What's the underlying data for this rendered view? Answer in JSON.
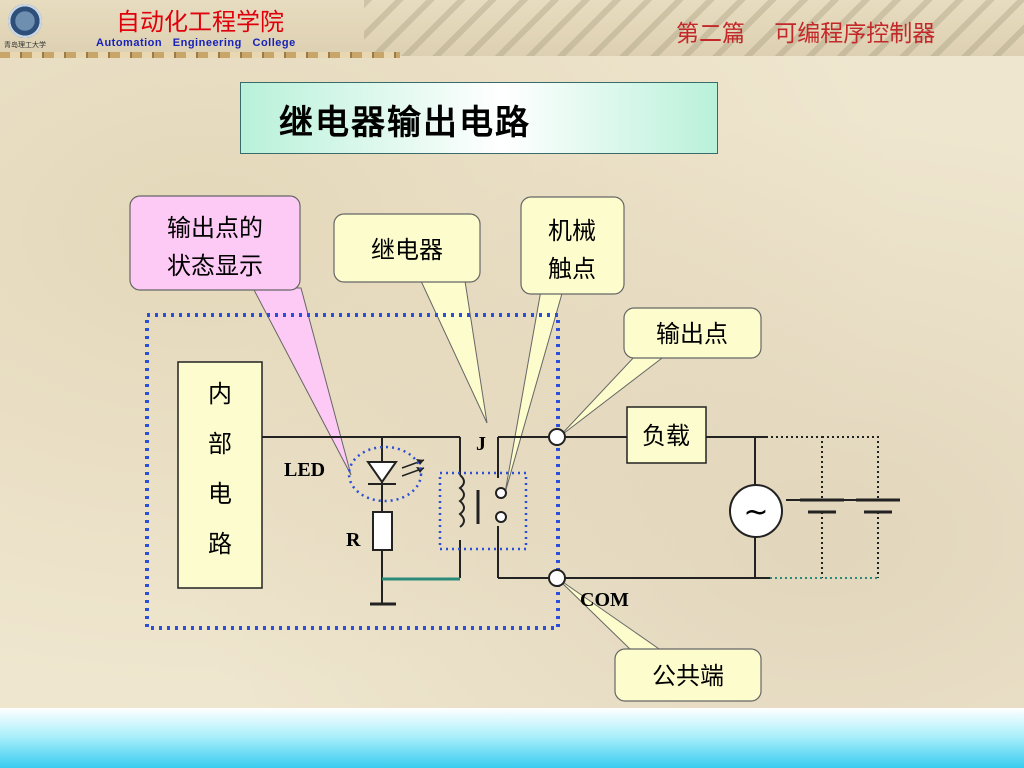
{
  "header": {
    "college_cn": "自动化工程学院",
    "college_en": "Automation   Engineering   College",
    "course": "第二篇    可编程序控制器",
    "logo_sub": "青岛理工大学"
  },
  "slide": {
    "title": "继电器输出电路"
  },
  "diagram": {
    "callout_led_line1": "输出点的",
    "callout_led_line2": "状态显示",
    "callout_relay": "继电器",
    "callout_contact_line1": "机械",
    "callout_contact_line2": "触点",
    "callout_output": "输出点",
    "callout_common": "公共端",
    "internal_c1": "内",
    "internal_c2": "部",
    "internal_c3": "电",
    "internal_c4": "路",
    "label_led": "LED",
    "label_r": "R",
    "label_j": "J",
    "label_com": "COM",
    "load": "负载",
    "ac_symbol": "~"
  },
  "colors": {
    "callout_pink": "#fdc9f5",
    "callout_yellow": "#fdfccc",
    "internal_box": "#fdfcce",
    "dotted_blue": "#2a4fd8",
    "title_gradient_edge": "#b9f1da",
    "college_red": "#e0000b",
    "college_blue": "#1622b8",
    "course_red": "#c3292a"
  }
}
